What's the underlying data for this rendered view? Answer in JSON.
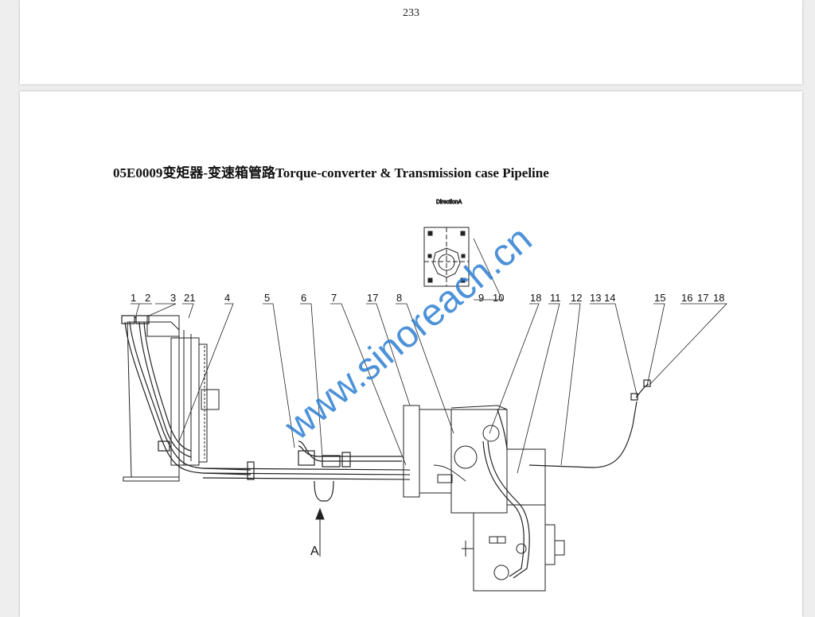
{
  "prev_page": {
    "number": "233"
  },
  "document": {
    "title": "05E0009变矩器-变速箱管路Torque-converter & Transmission case Pipeline",
    "view_label": "DirectionA",
    "arrow_label": "A",
    "watermark": "www.sinoreach.cn"
  },
  "callouts": [
    {
      "id": "c1",
      "text": "1"
    },
    {
      "id": "c2",
      "text": "2"
    },
    {
      "id": "c3",
      "text": "3"
    },
    {
      "id": "c21",
      "text": "21"
    },
    {
      "id": "c4",
      "text": "4"
    },
    {
      "id": "c5",
      "text": "5"
    },
    {
      "id": "c6",
      "text": "6"
    },
    {
      "id": "c7",
      "text": "7"
    },
    {
      "id": "c17b",
      "text": "17"
    },
    {
      "id": "c8",
      "text": "8"
    },
    {
      "id": "c9",
      "text": "9"
    },
    {
      "id": "c10",
      "text": "10"
    },
    {
      "id": "c18b",
      "text": "18"
    },
    {
      "id": "c11",
      "text": "11"
    },
    {
      "id": "c12",
      "text": "12"
    },
    {
      "id": "c13",
      "text": "13"
    },
    {
      "id": "c14",
      "text": "14"
    },
    {
      "id": "c15",
      "text": "15"
    },
    {
      "id": "c16",
      "text": "16"
    },
    {
      "id": "c17",
      "text": "17"
    },
    {
      "id": "c18",
      "text": "18"
    }
  ]
}
